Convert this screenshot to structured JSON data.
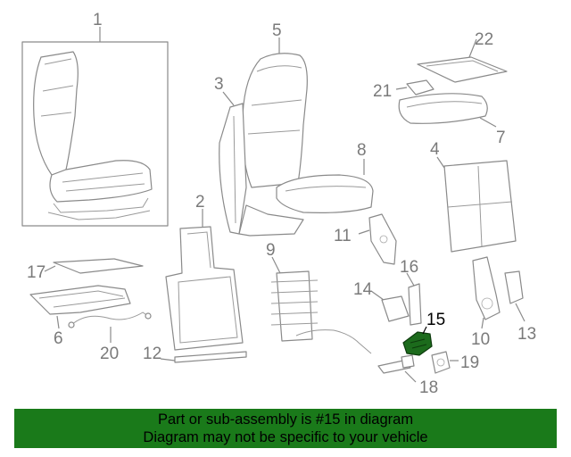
{
  "callouts": {
    "c1": "1",
    "c2": "2",
    "c3": "3",
    "c4": "4",
    "c5": "5",
    "c6": "6",
    "c7": "7",
    "c8": "8",
    "c9": "9",
    "c10": "10",
    "c11": "11",
    "c12": "12",
    "c13": "13",
    "c14": "14",
    "c15": "15",
    "c16": "16",
    "c17": "17",
    "c18": "18",
    "c19": "19",
    "c20": "20",
    "c21": "21",
    "c22": "22"
  },
  "highlighted_part": "15",
  "colors": {
    "banner_bg": "#1a7a1a",
    "highlight": "#1c6b1c",
    "line": "#8a8a8a"
  },
  "banner": {
    "line1": "Part or sub-assembly is #15 in diagram",
    "line2": "Diagram may not be specific to your vehicle"
  }
}
